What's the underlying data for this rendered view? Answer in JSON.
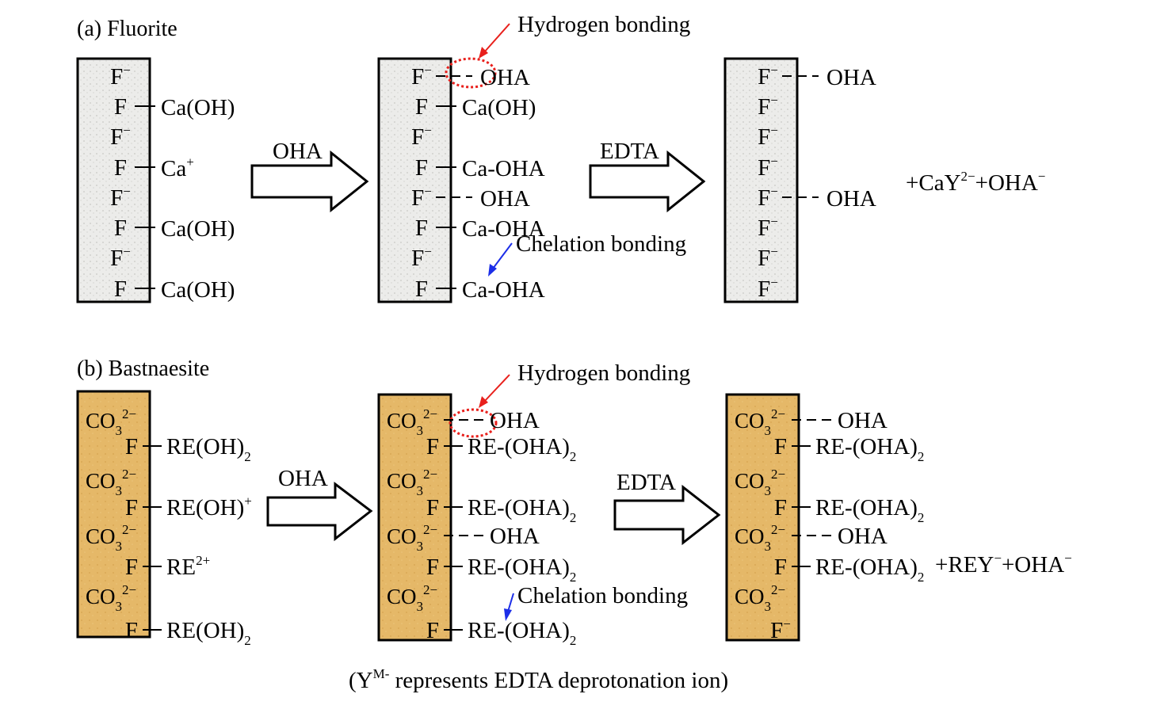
{
  "fluorite": {
    "title": "(a) Fluorite",
    "arrow1_label": "OHA",
    "arrow2_label": "EDTA",
    "hydrogen_label": "Hydrogen bonding",
    "chelation_label": "Chelation bonding",
    "panel1": [
      {
        "ion": "F",
        "sup": "−",
        "bond": "",
        "group": ""
      },
      {
        "ion": "F",
        "sup": "",
        "bond": "solid",
        "group": "Ca(OH)"
      },
      {
        "ion": "F",
        "sup": "−",
        "bond": "",
        "group": ""
      },
      {
        "ion": "F",
        "sup": "",
        "bond": "solid",
        "group": "Ca",
        "group_sup": "+"
      },
      {
        "ion": "F",
        "sup": "−",
        "bond": "",
        "group": ""
      },
      {
        "ion": "F",
        "sup": "",
        "bond": "solid",
        "group": "Ca(OH)"
      },
      {
        "ion": "F",
        "sup": "−",
        "bond": "",
        "group": ""
      },
      {
        "ion": "F",
        "sup": "",
        "bond": "solid",
        "group": "Ca(OH)"
      }
    ],
    "panel2": [
      {
        "ion": "F",
        "sup": "−",
        "bond": "dashed",
        "group": "OHA"
      },
      {
        "ion": "F",
        "sup": "",
        "bond": "solid",
        "group": "Ca(OH)"
      },
      {
        "ion": "F",
        "sup": "−",
        "bond": "",
        "group": ""
      },
      {
        "ion": "F",
        "sup": "",
        "bond": "solid",
        "group": "Ca-OHA"
      },
      {
        "ion": "F",
        "sup": "−",
        "bond": "dashed",
        "group": "OHA"
      },
      {
        "ion": "F",
        "sup": "",
        "bond": "solid",
        "group": "Ca-OHA"
      },
      {
        "ion": "F",
        "sup": "−",
        "bond": "",
        "group": ""
      },
      {
        "ion": "F",
        "sup": "",
        "bond": "solid",
        "group": "Ca-OHA"
      }
    ],
    "panel3": [
      {
        "ion": "F",
        "sup": "−",
        "bond": "dashed",
        "group": "OHA"
      },
      {
        "ion": "F",
        "sup": "−",
        "bond": "",
        "group": ""
      },
      {
        "ion": "F",
        "sup": "−",
        "bond": "",
        "group": ""
      },
      {
        "ion": "F",
        "sup": "−",
        "bond": "",
        "group": ""
      },
      {
        "ion": "F",
        "sup": "−",
        "bond": "dashed",
        "group": "OHA"
      },
      {
        "ion": "F",
        "sup": "−",
        "bond": "",
        "group": ""
      },
      {
        "ion": "F",
        "sup": "−",
        "bond": "",
        "group": ""
      },
      {
        "ion": "F",
        "sup": "−",
        "bond": "",
        "group": ""
      }
    ],
    "product": {
      "p1": "+CaY",
      "p1_sup": "2−",
      "p2": "+OHA",
      "p2_sup": "−"
    }
  },
  "bastnaesite": {
    "title": "(b) Bastnaesite",
    "arrow1_label": "OHA",
    "arrow2_label": "EDTA",
    "hydrogen_label": "Hydrogen bonding",
    "chelation_label": "Chelation bonding",
    "carbonate": {
      "base": "CO",
      "sub": "3",
      "sup": "2−"
    },
    "panel1": [
      {
        "ion": "CO3",
        "bond": "",
        "group": ""
      },
      {
        "ion": "F",
        "bond": "solid",
        "group": "RE(OH)",
        "group_sub": "2"
      },
      {
        "ion": "CO3",
        "bond": "",
        "group": ""
      },
      {
        "ion": "F",
        "bond": "solid",
        "group": "RE(OH)",
        "group_sup": "+"
      },
      {
        "ion": "CO3",
        "bond": "",
        "group": ""
      },
      {
        "ion": "F",
        "bond": "solid",
        "group": "RE",
        "group_sup": "2+"
      },
      {
        "ion": "CO3",
        "bond": "",
        "group": ""
      },
      {
        "ion": "F",
        "bond": "solid",
        "group": "RE(OH)",
        "group_sub": "2"
      }
    ],
    "panel2": [
      {
        "ion": "CO3",
        "bond": "dashed",
        "group": "OHA"
      },
      {
        "ion": "F",
        "bond": "solid",
        "group": "RE-(OHA)",
        "group_sub": "2"
      },
      {
        "ion": "CO3",
        "bond": "",
        "group": ""
      },
      {
        "ion": "F",
        "bond": "solid",
        "group": "RE-(OHA)",
        "group_sub": "2"
      },
      {
        "ion": "CO3",
        "bond": "dashed",
        "group": "OHA"
      },
      {
        "ion": "F",
        "bond": "solid",
        "group": "RE-(OHA)",
        "group_sub": "2"
      },
      {
        "ion": "CO3",
        "bond": "",
        "group": ""
      },
      {
        "ion": "F",
        "bond": "solid",
        "group": "RE-(OHA)",
        "group_sub": "2"
      }
    ],
    "panel3": [
      {
        "ion": "CO3",
        "bond": "dashed",
        "group": "OHA"
      },
      {
        "ion": "F",
        "bond": "solid",
        "group": "RE-(OHA)",
        "group_sub": "2"
      },
      {
        "ion": "CO3",
        "bond": "",
        "group": ""
      },
      {
        "ion": "F",
        "bond": "solid",
        "group": "RE-(OHA)",
        "group_sub": "2"
      },
      {
        "ion": "CO3",
        "bond": "dashed",
        "group": "OHA"
      },
      {
        "ion": "F",
        "bond": "solid",
        "group": "RE-(OHA)",
        "group_sub": "2"
      },
      {
        "ion": "CO3",
        "bond": "",
        "group": ""
      },
      {
        "ion": "F",
        "ion_sup": "−",
        "bond": "",
        "group": ""
      }
    ],
    "product": {
      "p1": "+REY",
      "p1_sup": "−",
      "p2": "+OHA",
      "p2_sup": "−"
    }
  },
  "footnote": {
    "open": "(Y",
    "sup": "M-",
    "rest": " represents EDTA deprotonation ion)"
  },
  "colors": {
    "fluorite_fill": "#e9e9e6",
    "bastnaesite_fill": "#e5b868",
    "hydrogen_arrow": "#e8201c",
    "chelation_arrow": "#1c2ee8",
    "ellipse": "#e8201c"
  }
}
